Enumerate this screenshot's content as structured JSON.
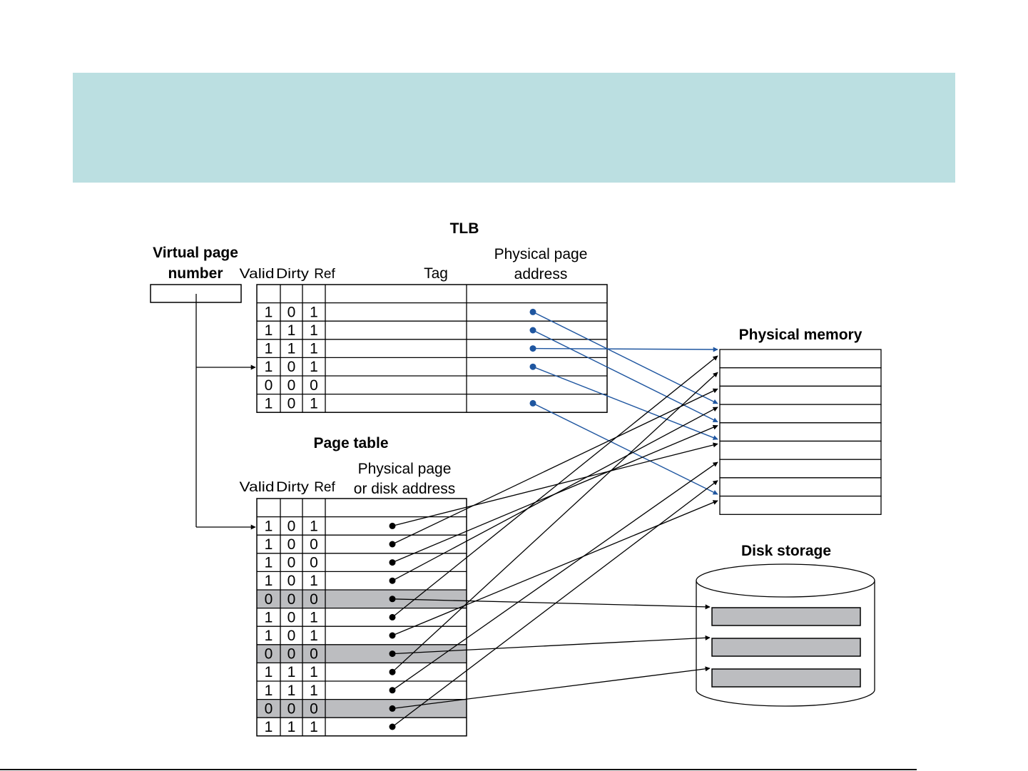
{
  "banner": {
    "color": "#bbdfe1"
  },
  "colors": {
    "tlb_link": "#1f56a0",
    "table_link": "#000000",
    "invalid_row": "#bcbdc0",
    "disk_block": "#bcbdc0"
  },
  "vpn": {
    "label_line1": "Virtual page",
    "label_line2": "number"
  },
  "tlb": {
    "title": "TLB",
    "headers": {
      "valid": "Valid",
      "dirty": "Dirty",
      "ref": "Ref",
      "tag": "Tag",
      "phys_line1": "Physical page",
      "phys_line2": "address"
    },
    "rows": [
      {
        "valid": "1",
        "dirty": "0",
        "ref": "1",
        "has_pointer": true,
        "target_slot": 2.95
      },
      {
        "valid": "1",
        "dirty": "1",
        "ref": "1",
        "has_pointer": true,
        "target_slot": 3.95
      },
      {
        "valid": "1",
        "dirty": "1",
        "ref": "1",
        "has_pointer": true,
        "target_slot": 0
      },
      {
        "valid": "1",
        "dirty": "0",
        "ref": "1",
        "has_pointer": true,
        "target_slot": 4.9
      },
      {
        "valid": "0",
        "dirty": "0",
        "ref": "0",
        "has_pointer": false
      },
      {
        "valid": "1",
        "dirty": "0",
        "ref": "1",
        "has_pointer": true,
        "target_slot": 7.9
      }
    ]
  },
  "physical_memory": {
    "title": "Physical memory",
    "slots": 9
  },
  "page_table": {
    "title": "Page table",
    "headers": {
      "valid": "Valid",
      "dirty": "Dirty",
      "ref": "Ref",
      "phys_line1": "Physical page",
      "phys_line2": "or disk address"
    },
    "rows": [
      {
        "valid": "1",
        "dirty": "0",
        "ref": "1",
        "target": "mem",
        "target_slot": 5.15
      },
      {
        "valid": "1",
        "dirty": "0",
        "ref": "0",
        "target": "mem",
        "target_slot": 2.15
      },
      {
        "valid": "1",
        "dirty": "0",
        "ref": "0",
        "target": "mem",
        "target_slot": 4.15
      },
      {
        "valid": "1",
        "dirty": "0",
        "ref": "1",
        "target": "mem",
        "target_slot": 3.15
      },
      {
        "valid": "0",
        "dirty": "0",
        "ref": "0",
        "target": "disk",
        "target_slot": 0
      },
      {
        "valid": "1",
        "dirty": "0",
        "ref": "1",
        "target": "mem",
        "target_slot": 0.35
      },
      {
        "valid": "1",
        "dirty": "0",
        "ref": "1",
        "target": "mem",
        "target_slot": 8.25
      },
      {
        "valid": "0",
        "dirty": "0",
        "ref": "0",
        "target": "disk",
        "target_slot": 1
      },
      {
        "valid": "1",
        "dirty": "1",
        "ref": "1",
        "target": "mem",
        "target_slot": 1.25
      },
      {
        "valid": "1",
        "dirty": "1",
        "ref": "1",
        "target": "mem",
        "target_slot": 6.15
      },
      {
        "valid": "0",
        "dirty": "0",
        "ref": "0",
        "target": "disk",
        "target_slot": 2
      },
      {
        "valid": "1",
        "dirty": "1",
        "ref": "1",
        "target": "mem",
        "target_slot": 7.15
      }
    ]
  },
  "disk": {
    "title": "Disk storage",
    "blocks": 3
  }
}
